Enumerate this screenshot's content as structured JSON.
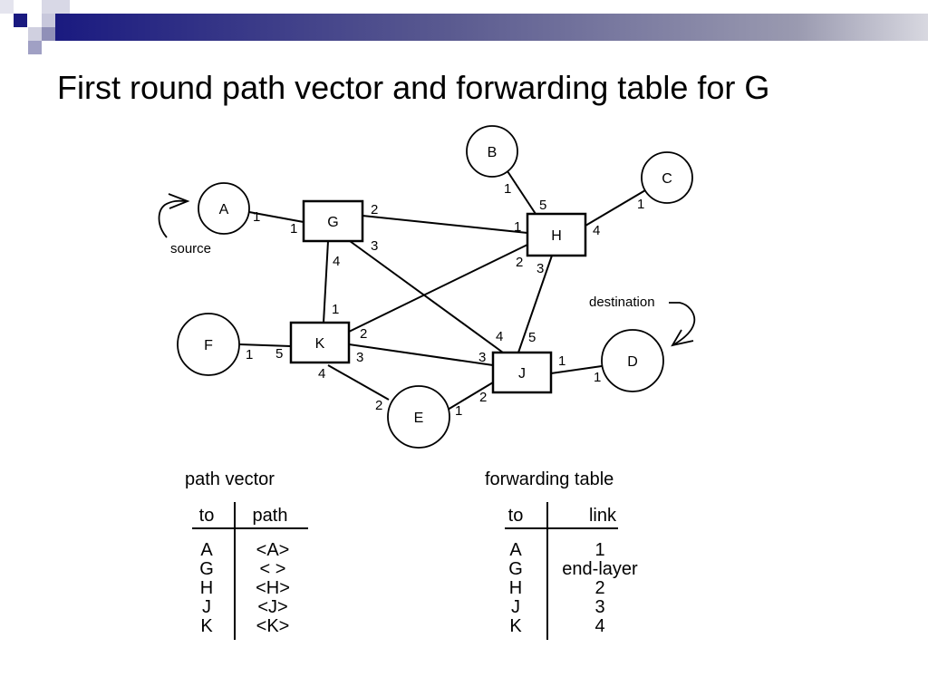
{
  "slide": {
    "title": "First round path vector and forwarding table for G",
    "accent_colors": [
      "#1a1a80",
      "#8888a8",
      "#ccccdd"
    ]
  },
  "graph": {
    "routers": [
      {
        "id": "G",
        "label": "G"
      },
      {
        "id": "H",
        "label": "H"
      },
      {
        "id": "K",
        "label": "K"
      },
      {
        "id": "J",
        "label": "J"
      }
    ],
    "hosts": [
      {
        "id": "A",
        "label": "A"
      },
      {
        "id": "B",
        "label": "B"
      },
      {
        "id": "C",
        "label": "C"
      },
      {
        "id": "D",
        "label": "D"
      },
      {
        "id": "E",
        "label": "E"
      },
      {
        "id": "F",
        "label": "F"
      }
    ],
    "links": [
      {
        "from": "A",
        "to": "G",
        "from_port": "1",
        "to_port": "1"
      },
      {
        "from": "G",
        "to": "H",
        "from_port": "2",
        "to_port": "1"
      },
      {
        "from": "G",
        "to": "J",
        "from_port": "3",
        "to_port": "4"
      },
      {
        "from": "G",
        "to": "K",
        "from_port": "4",
        "to_port": "1"
      },
      {
        "from": "B",
        "to": "H",
        "from_port": "1",
        "to_port": "5"
      },
      {
        "from": "C",
        "to": "H",
        "from_port": "1",
        "to_port": "4"
      },
      {
        "from": "H",
        "to": "K",
        "from_port": "2",
        "to_port": "2"
      },
      {
        "from": "H",
        "to": "J",
        "from_port": "3",
        "to_port": "5"
      },
      {
        "from": "F",
        "to": "K",
        "from_port": "1",
        "to_port": "5"
      },
      {
        "from": "K",
        "to": "J",
        "from_port": "3",
        "to_port": "3"
      },
      {
        "from": "K",
        "to": "E",
        "from_port": "4",
        "to_port": "2"
      },
      {
        "from": "E",
        "to": "J",
        "from_port": "1",
        "to_port": "2"
      },
      {
        "from": "J",
        "to": "D",
        "from_port": "1",
        "to_port": "1"
      }
    ],
    "annotations": {
      "source": "source",
      "destination": "destination"
    }
  },
  "path_vector": {
    "caption": "path vector",
    "headers": [
      "to",
      "path"
    ],
    "rows": [
      {
        "to": "A",
        "path": "<A>"
      },
      {
        "to": "G",
        "path": "< >"
      },
      {
        "to": "H",
        "path": "<H>"
      },
      {
        "to": "J",
        "path": "<J>"
      },
      {
        "to": "K",
        "path": "<K>"
      }
    ]
  },
  "forwarding_table": {
    "caption": "forwarding table",
    "headers": [
      "to",
      "link"
    ],
    "rows": [
      {
        "to": "A",
        "link": "1"
      },
      {
        "to": "G",
        "link": "end-layer"
      },
      {
        "to": "H",
        "link": "2"
      },
      {
        "to": "J",
        "link": "3"
      },
      {
        "to": "K",
        "link": "4"
      }
    ]
  }
}
